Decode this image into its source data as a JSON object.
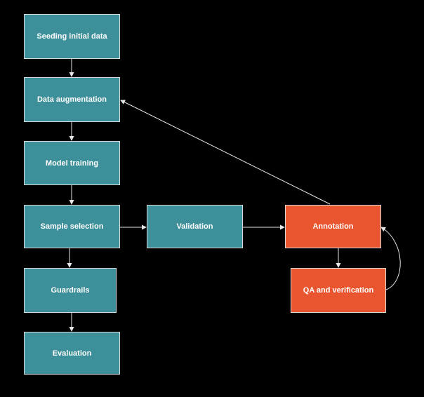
{
  "diagram": {
    "colors": {
      "teal": "#3d8f99",
      "orange": "#e8552f",
      "edge": "#e6e6e6",
      "background": "#000000"
    },
    "nodes": {
      "seeding": "Seeding initial data",
      "augmentation": "Data augmentation",
      "training": "Model training",
      "sample_selection": "Sample selection",
      "validation": "Validation",
      "annotation": "Annotation",
      "qa": "QA and verification",
      "guardrails": "Guardrails",
      "evaluation": "Evaluation"
    },
    "edges": [
      {
        "from": "seeding",
        "to": "augmentation"
      },
      {
        "from": "augmentation",
        "to": "training"
      },
      {
        "from": "training",
        "to": "sample_selection"
      },
      {
        "from": "sample_selection",
        "to": "guardrails"
      },
      {
        "from": "guardrails",
        "to": "evaluation"
      },
      {
        "from": "sample_selection",
        "to": "validation"
      },
      {
        "from": "validation",
        "to": "annotation"
      },
      {
        "from": "annotation",
        "to": "qa"
      },
      {
        "from": "qa",
        "to": "annotation"
      },
      {
        "from": "annotation",
        "to": "augmentation"
      }
    ]
  }
}
